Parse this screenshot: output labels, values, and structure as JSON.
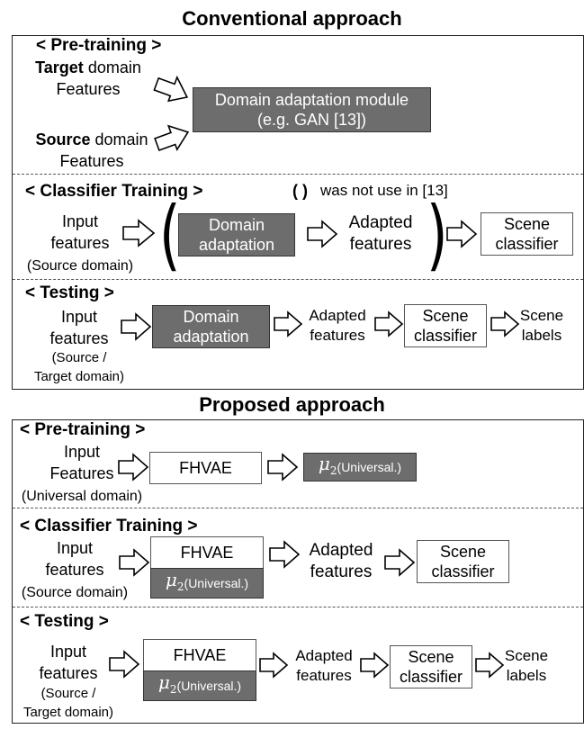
{
  "conventional": {
    "title": "Conventional approach",
    "pretraining": {
      "label": "< Pre-training >",
      "target_bold": "Target",
      "target_rest": " domain",
      "target_line2": "Features",
      "source_bold": "Source",
      "source_rest": " domain",
      "source_line2": "Features",
      "module_line1": "Domain adaptation module",
      "module_line2": "(e.g. GAN [13])"
    },
    "classifier_training": {
      "label": "< Classifier Training >",
      "note_paren": "(   )",
      "note": "was not use in [13]",
      "input_line1": "Input",
      "input_line2": "features",
      "input_line3": "(Source domain)",
      "da_line1": "Domain",
      "da_line2": "adaptation",
      "adapted_line1": "Adapted",
      "adapted_line2": "features",
      "scene_line1": "Scene",
      "scene_line2": "classifier",
      "open_paren": "(",
      "close_paren": ")"
    },
    "testing": {
      "label": "< Testing >",
      "input_line1": "Input",
      "input_line2": "features",
      "input_line3": "(Source /",
      "input_line4": "Target domain)",
      "da_line1": "Domain",
      "da_line2": "adaptation",
      "adapted_line1": "Adapted",
      "adapted_line2": "features",
      "scene_line1": "Scene",
      "scene_line2": "classifier",
      "labels_line1": "Scene",
      "labels_line2": "labels"
    }
  },
  "proposed": {
    "title": "Proposed approach",
    "pretraining": {
      "label": "< Pre-training >",
      "input_line1": "Input",
      "input_line2": "Features",
      "input_line3": "(Universal domain)",
      "fhvae": "FHVAE",
      "mu_symbol": "μ",
      "mu_sub": "2",
      "mu_label": "(Universal.)"
    },
    "classifier_training": {
      "label": "< Classifier Training >",
      "input_line1": "Input",
      "input_line2": "features",
      "input_line3": "(Source domain)",
      "fhvae": "FHVAE",
      "mu_symbol": "μ",
      "mu_sub": "2",
      "mu_label": "(Universal.)",
      "adapted_line1": "Adapted",
      "adapted_line2": "features",
      "scene_line1": "Scene",
      "scene_line2": "classifier"
    },
    "testing": {
      "label": "< Testing >",
      "input_line1": "Input",
      "input_line2": "features",
      "input_line3": "(Source /",
      "input_line4": "Target domain)",
      "fhvae": "FHVAE",
      "mu_symbol": "μ",
      "mu_sub": "2",
      "mu_label": "(Universal.)",
      "adapted_line1": "Adapted",
      "adapted_line2": "features",
      "scene_line1": "Scene",
      "scene_line2": "classifier",
      "labels_line1": "Scene",
      "labels_line2": "labels"
    }
  },
  "colors": {
    "gray_box": "#6d6d6d",
    "border": "#222222"
  }
}
